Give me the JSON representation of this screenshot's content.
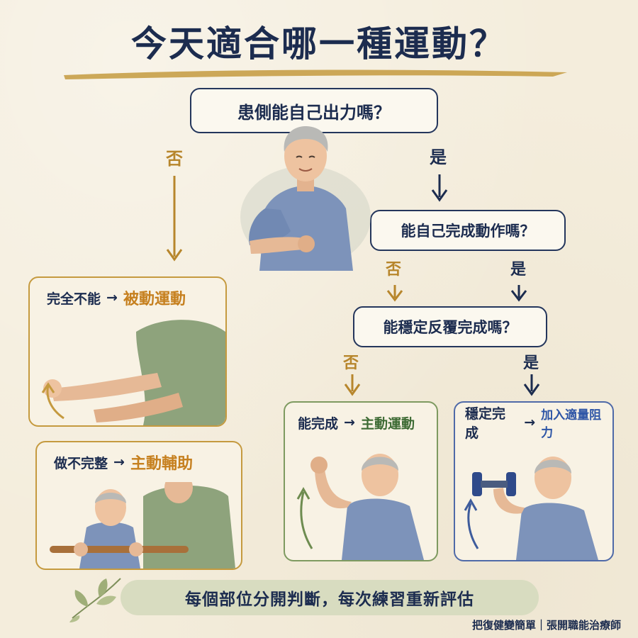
{
  "title": "今天適合哪一種運動？",
  "questions": {
    "q1": "患側能自己出力嗎？",
    "q2": "能自己完成動作嗎？",
    "q3": "能穩定反覆完成嗎？"
  },
  "branches": {
    "q1_no": "否",
    "q1_yes": "是",
    "q2_no": "否",
    "q2_yes": "是",
    "q3_no": "否",
    "q3_yes": "是"
  },
  "cards": {
    "passive": {
      "condition": "完全不能",
      "arrow": "→",
      "result": "被動運動"
    },
    "assisted": {
      "condition": "做不完整",
      "arrow": "→",
      "result": "主動輔助"
    },
    "active": {
      "condition": "能完成",
      "arrow": "→",
      "result": "主動運動"
    },
    "resisted": {
      "condition": "穩定完成",
      "arrow": "→",
      "result": "加入適量阻力"
    }
  },
  "banner": "每個部位分開判斷，每次練習重新評估",
  "footer": "把復健變簡單｜張開職能治療師",
  "colors": {
    "navy": "#1c2c4f",
    "gold": "#b7862c",
    "green": "#6e8c50",
    "blue": "#3e5c9c"
  }
}
